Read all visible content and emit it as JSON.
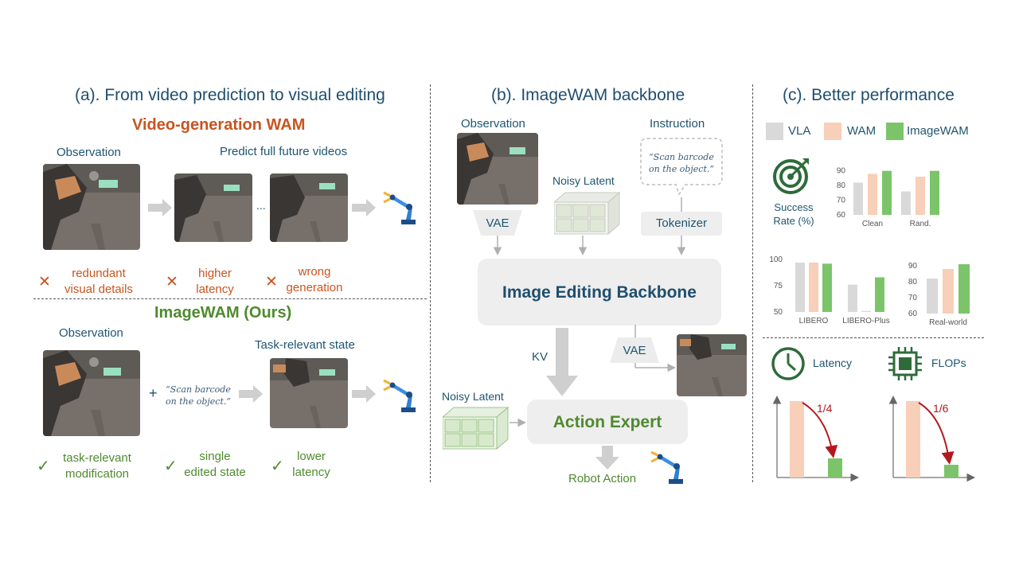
{
  "panel_a": {
    "title": "(a). From video prediction to visual editing",
    "video_wam_title": "Video-generation WAM",
    "observation_label": "Observation",
    "predict_label": "Predict full future videos",
    "ellipsis": "...",
    "cons": [
      {
        "mark": "✕",
        "text": "redundant\nvisual details"
      },
      {
        "mark": "✕",
        "text": "higher\nlatency"
      },
      {
        "mark": "✕",
        "text": "wrong\ngeneration"
      }
    ],
    "imagewam_title": "ImageWAM (Ours)",
    "observation_label_2": "Observation",
    "plus": "+",
    "instruction_quote": "“Scan barcode\non the object.”",
    "task_state_label": "Task-relevant  state",
    "pros": [
      {
        "mark": "✓",
        "text": "task-relevant\nmodification"
      },
      {
        "mark": "✓",
        "text": "single\nedited state"
      },
      {
        "mark": "✓",
        "text": "lower\nlatency"
      }
    ]
  },
  "panel_b": {
    "title": "(b). ImageWAM backbone",
    "observation_label": "Observation",
    "instruction_label": "Instruction",
    "instruction_quote": "“Scan barcode\non the object.”",
    "noisy_latent_top": "Noisy Latent",
    "vae_top": "VAE",
    "tokenizer": "Tokenizer",
    "backbone": "Image Editing Backbone",
    "kv": "KV",
    "vae_bottom": "VAE",
    "noisy_latent_bottom": "Noisy Latent",
    "action_expert": "Action Expert",
    "robot_action": "Robot Action"
  },
  "panel_c": {
    "title": "(c). Better performance",
    "legend": [
      {
        "label": "VLA",
        "color": "#d9d9d9"
      },
      {
        "label": "WAM",
        "color": "#f8cfb8"
      },
      {
        "label": "ImageWAM",
        "color": "#7cc46a"
      }
    ],
    "success_label": "Success\nRate (%)",
    "latency_label": "Latency",
    "flops_label": "FLOPs",
    "latency_ratio": "1/4",
    "flops_ratio": "1/6"
  },
  "colors": {
    "teal": "#1f5570",
    "orange": "#c9541f",
    "green": "#4f8a2e",
    "vla": "#d9d9d9",
    "wam": "#f8cfb8",
    "imagewam": "#7cc46a"
  },
  "chart_data": [
    {
      "type": "bar",
      "categories": [
        "Clean",
        "Rand."
      ],
      "series": [
        {
          "name": "VLA",
          "values": [
            82,
            76
          ]
        },
        {
          "name": "WAM",
          "values": [
            88,
            86
          ]
        },
        {
          "name": "ImageWAM",
          "values": [
            90,
            90
          ]
        }
      ],
      "yticks": [
        60,
        70,
        80,
        90
      ],
      "ylim": [
        60,
        92
      ]
    },
    {
      "type": "bar",
      "categories": [
        "LIBERO",
        "LIBERO-Plus"
      ],
      "series": [
        {
          "name": "VLA",
          "values": [
            97,
            76
          ]
        },
        {
          "name": "WAM",
          "values": [
            97,
            51
          ]
        },
        {
          "name": "ImageWAM",
          "values": [
            96,
            83
          ]
        }
      ],
      "yticks": [
        50,
        75,
        100
      ],
      "ylim": [
        50,
        100
      ]
    },
    {
      "type": "bar",
      "categories": [
        "Real-world"
      ],
      "series": [
        {
          "name": "VLA",
          "values": [
            82
          ]
        },
        {
          "name": "WAM",
          "values": [
            88
          ]
        },
        {
          "name": "ImageWAM",
          "values": [
            91
          ]
        }
      ],
      "yticks": [
        60,
        70,
        80,
        90
      ],
      "ylim": [
        60,
        92
      ]
    },
    {
      "type": "bar",
      "categories": [
        "WAM",
        "ImageWAM"
      ],
      "values": [
        1,
        0.25
      ],
      "annotation": "1/4"
    },
    {
      "type": "bar",
      "categories": [
        "WAM",
        "ImageWAM"
      ],
      "values": [
        1,
        0.1667
      ],
      "annotation": "1/6"
    }
  ]
}
